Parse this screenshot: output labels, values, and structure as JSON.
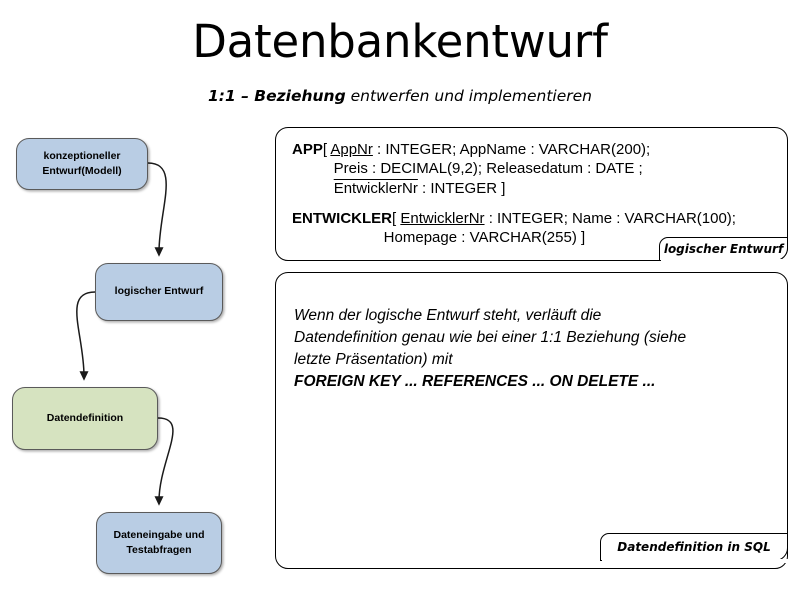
{
  "slide": {
    "title": "Datenbankentwurf",
    "subtitle": {
      "strong": "1:1 – Beziehung",
      "rest": " entwerfen und implementieren"
    }
  },
  "flow": {
    "nodes": [
      {
        "id": "konzept",
        "label": "konzeptioneller\nEntwurf(Modell)",
        "color": "#b9cde4"
      },
      {
        "id": "logisch",
        "label": "logischer Entwurf",
        "color": "#b9cde4"
      },
      {
        "id": "datendef",
        "label": "Datendefinition",
        "color": "#d6e3c0"
      },
      {
        "id": "eingabe",
        "label": "Dateneingabe und\nTestabfragen",
        "color": "#b9cde4"
      }
    ],
    "connectors": [
      {
        "from": "konzept",
        "to": "logisch"
      },
      {
        "from": "logisch",
        "to": "datendef"
      },
      {
        "from": "datendef",
        "to": "eingabe"
      }
    ]
  },
  "logical_panel": {
    "tag": "logischer Entwurf",
    "relations": [
      {
        "name": "APP",
        "lines": [
          {
            "segments": [
              {
                "text": "APP",
                "style": "bold"
              },
              {
                "text": "[ ",
                "style": "plain"
              },
              {
                "text": "AppNr",
                "style": "pk"
              },
              {
                "text": " : INTEGER; AppName : VARCHAR(200);",
                "style": "plain"
              }
            ]
          },
          {
            "segments": [
              {
                "text": "          Preis : DECIMAL(9,2); Releasedatum : DATE ;",
                "style": "plain"
              }
            ]
          },
          {
            "segments": [
              {
                "text": "          ",
                "style": "plain"
              },
              {
                "text": "EntwicklerNr",
                "style": "fk"
              },
              {
                "text": " : INTEGER ]",
                "style": "plain"
              }
            ]
          }
        ]
      },
      {
        "name": "ENTWICKLER",
        "lines": [
          {
            "segments": [
              {
                "text": "ENTWICKLER",
                "style": "bold"
              },
              {
                "text": "[ ",
                "style": "plain"
              },
              {
                "text": "EntwicklerNr",
                "style": "pk"
              },
              {
                "text": " : INTEGER; Name : VARCHAR(100);",
                "style": "plain"
              }
            ]
          },
          {
            "segments": [
              {
                "text": "                      Homepage : VARCHAR(255) ]",
                "style": "plain"
              }
            ]
          }
        ]
      }
    ]
  },
  "sql_panel": {
    "tag": "Datendefinition in SQL",
    "note_lines": [
      {
        "text": "Wenn der logische Entwurf steht, verläuft die",
        "strong": false
      },
      {
        "text": "Datendefinition genau wie bei einer 1:1 Beziehung (siehe",
        "strong": false
      },
      {
        "text": "letzte Präsentation) mit",
        "strong": false
      },
      {
        "text": "FOREIGN KEY ... REFERENCES ... ON DELETE ...",
        "strong": true
      }
    ]
  },
  "colors": {
    "node_blue": "#b9cde4",
    "node_green": "#d6e3c0",
    "node_border": "#5a5a5a",
    "panel_border": "#000000",
    "background": "#ffffff",
    "text": "#000000"
  }
}
